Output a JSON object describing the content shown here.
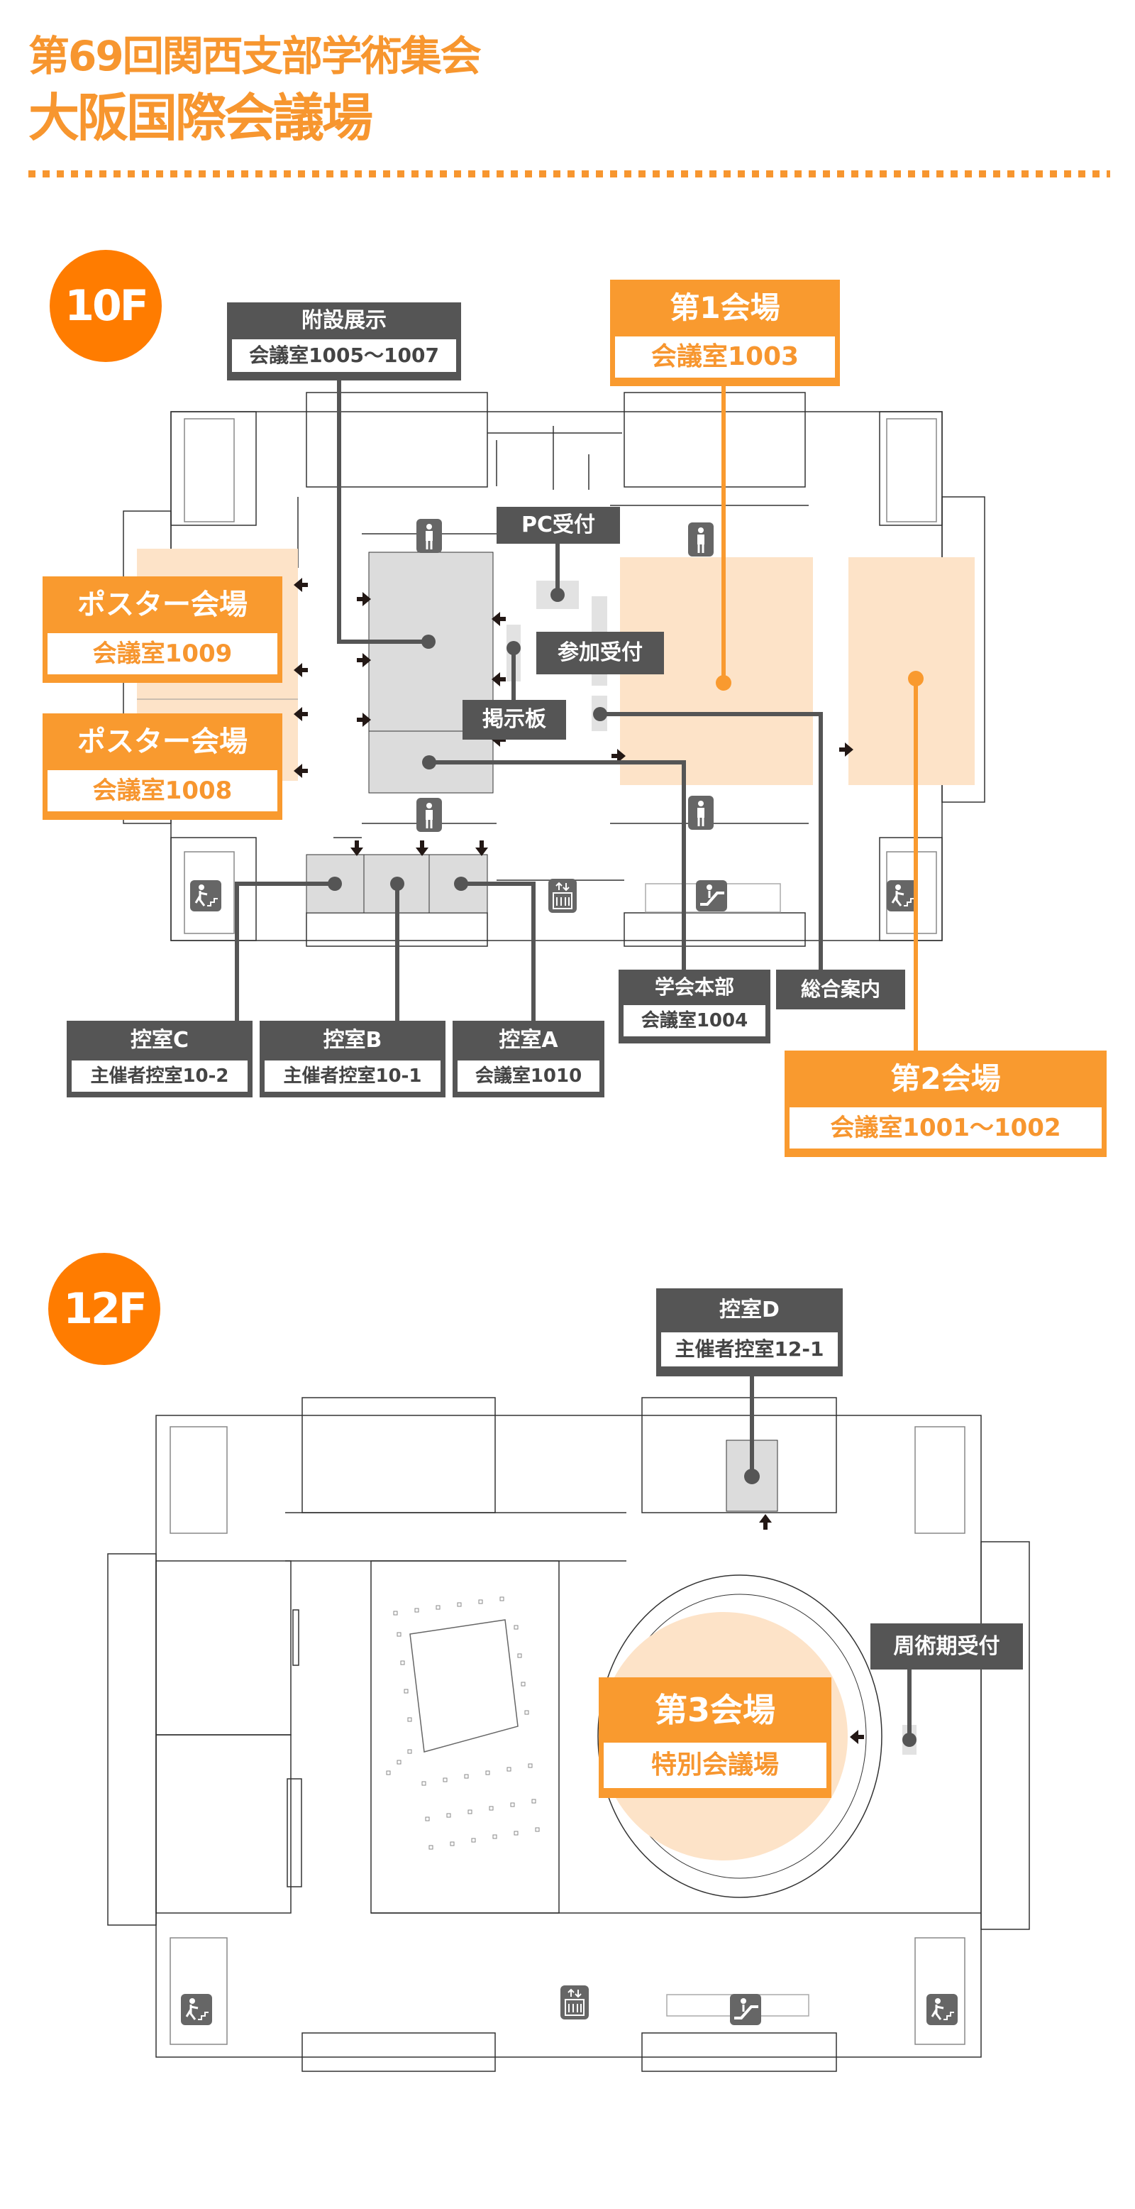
{
  "header": {
    "title": "第69回関西支部学術集会",
    "venue": "大阪国際会議場"
  },
  "floors": {
    "f10": {
      "badge": "10F",
      "labels": {
        "annex_exhibit": {
          "title": "附設展示",
          "room": "会議室1005～1007"
        },
        "hall1": {
          "title": "第1会場",
          "room": "会議室1003"
        },
        "pc_reception": {
          "title": "PC受付"
        },
        "registration": {
          "title": "参加受付"
        },
        "bulletin": {
          "title": "掲示板"
        },
        "poster1": {
          "title": "ポスター会場",
          "room": "会議室1009"
        },
        "poster2": {
          "title": "ポスター会場",
          "room": "会議室1008"
        },
        "hq": {
          "title": "学会本部",
          "room": "会議室1004"
        },
        "info": {
          "title": "総合案内"
        },
        "waitC": {
          "title": "控室C",
          "room": "主催者控室10-2"
        },
        "waitB": {
          "title": "控室B",
          "room": "主催者控室10-1"
        },
        "waitA": {
          "title": "控室A",
          "room": "会議室1010"
        },
        "hall2": {
          "title": "第2会場",
          "room": "会議室1001～1002"
        }
      }
    },
    "f12": {
      "badge": "12F",
      "labels": {
        "waitD": {
          "title": "控室D",
          "room": "主催者控室12-1"
        },
        "periop": {
          "title": "周術期受付"
        },
        "hall3": {
          "title": "第3会場",
          "room": "特別会議場"
        }
      }
    }
  },
  "colors": {
    "accent": "#f7962f",
    "badge": "#ff7c00",
    "dark": "#555555",
    "hall_fill": "#fde3c8",
    "room_gray": "#dcdcdc"
  }
}
